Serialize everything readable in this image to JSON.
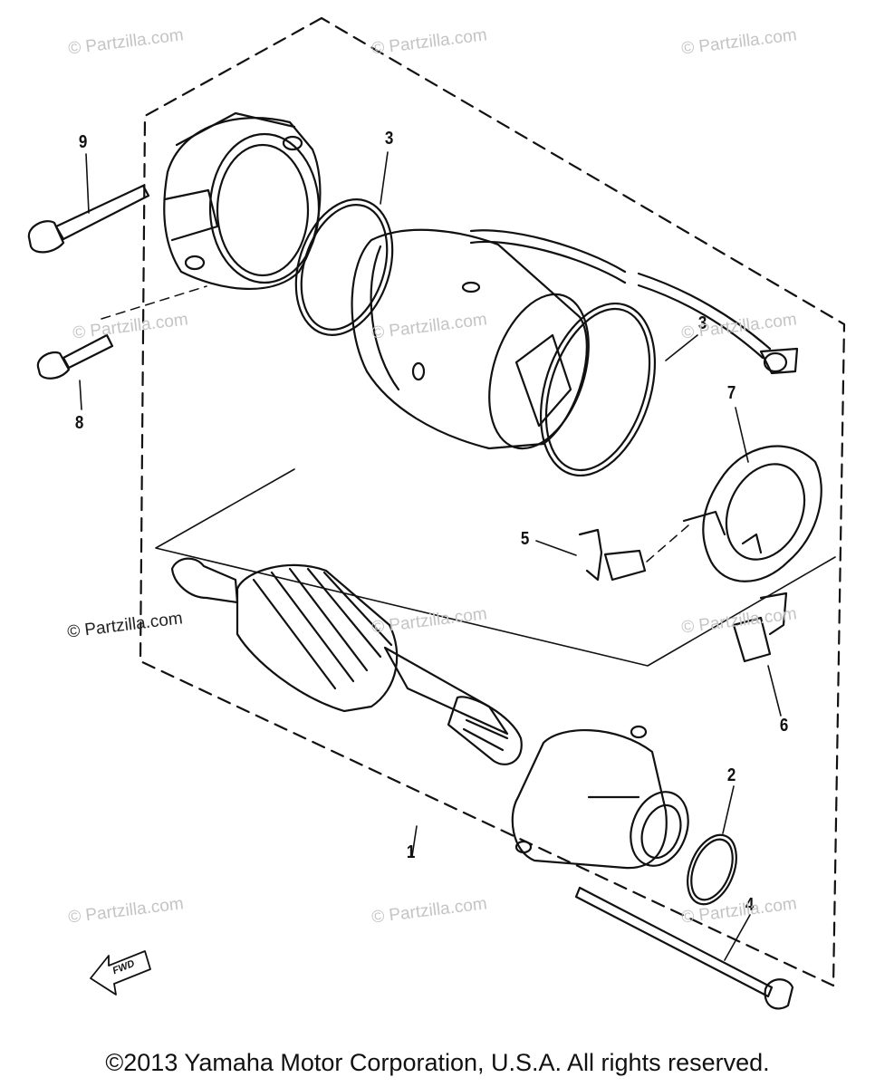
{
  "diagram": {
    "callouts": {
      "c1": "1",
      "c2": "2",
      "c3a": "3",
      "c3b": "3",
      "c4": "4",
      "c5": "5",
      "c6": "6",
      "c7": "7",
      "c8": "8",
      "c9": "9"
    },
    "fwd_label": "FWD",
    "watermark": "© Partzilla.com",
    "copyright": "©2013 Yamaha Motor Corporation, U.S.A. All rights reserved."
  }
}
